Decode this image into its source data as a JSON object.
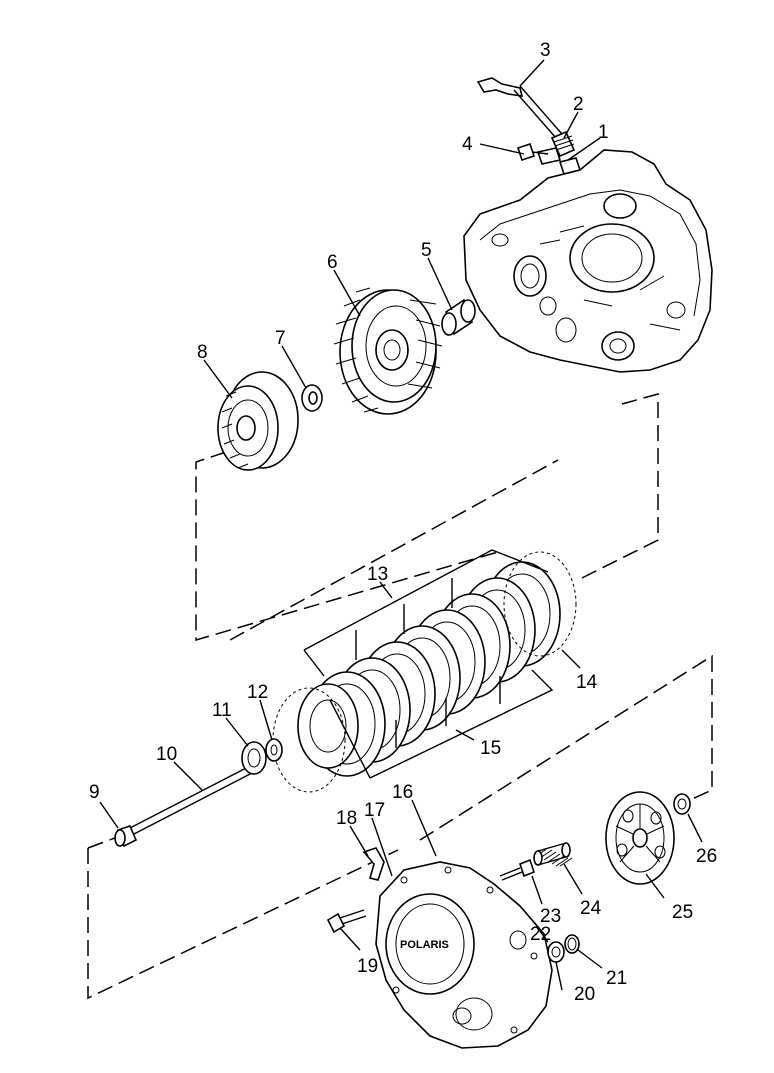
{
  "callouts": {
    "n1": "1",
    "n2": "2",
    "n3": "3",
    "n4": "4",
    "n5": "5",
    "n6": "6",
    "n7": "7",
    "n8": "8",
    "n9": "9",
    "n10": "10",
    "n11": "11",
    "n12": "12",
    "n13": "13",
    "n14": "14",
    "n15": "15",
    "n16": "16",
    "n17": "17",
    "n18": "18",
    "n19": "19",
    "n20": "20",
    "n21": "21",
    "n22": "22",
    "n23": "23",
    "n24": "24",
    "n25": "25",
    "n26": "26"
  },
  "cover_logo": "POLARIS"
}
